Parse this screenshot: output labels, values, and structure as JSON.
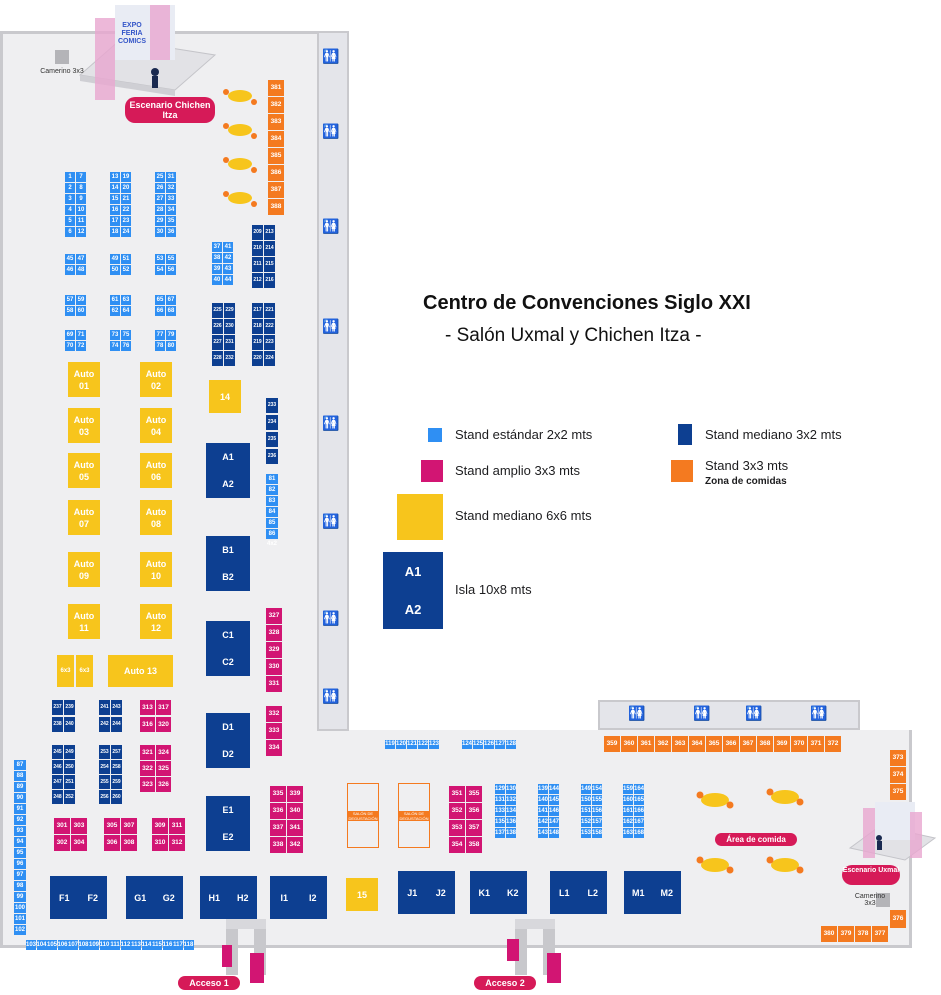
{
  "title": "Centro de Convenciones Siglo XXI",
  "subtitle": "- Salón Uxmal y Chichen Itza -",
  "legend": {
    "estandar": "Stand estándar 2x2 mts",
    "amplio": "Stand amplio 3x3 mts",
    "mediano6": "Stand mediano 6x6 mts",
    "isla": "Isla 10x8 mts",
    "isla_a1": "A1",
    "isla_a2": "A2",
    "mediano3": "Stand mediano 3x2 mts",
    "comida": "Stand 3x3 mts",
    "comida_sub": "Zona de comidas"
  },
  "places": {
    "escenario_chichen": "Escenario Chichen Itza",
    "escenario_uxmal": "Escenario Uxmal",
    "camerino": "Camerino 3x3",
    "area_comida": "Área de comida",
    "acceso1": "Acceso 1",
    "acceso2": "Acceso 2",
    "expo_logo": "EXPO FERIA COMICS"
  },
  "colors": {
    "estandar": "#2f8ff3",
    "mediano3": "#0d3f91",
    "amplio": "#d21573",
    "comida": "#f47a20",
    "mediano6": "#f7c51c",
    "isla": "#0d3f91"
  },
  "stands": {
    "std_blockA": [
      "1",
      "7",
      "2",
      "8",
      "3",
      "9",
      "4",
      "10",
      "5",
      "11",
      "6",
      "12"
    ],
    "std_blockB": [
      "13",
      "19",
      "14",
      "20",
      "15",
      "21",
      "16",
      "22",
      "17",
      "23",
      "18",
      "24"
    ],
    "std_blockC": [
      "25",
      "31",
      "26",
      "32",
      "27",
      "33",
      "28",
      "34",
      "29",
      "35",
      "30",
      "36"
    ],
    "std_row45": [
      "45",
      "47",
      "46",
      "48"
    ],
    "std_row49": [
      "49",
      "51",
      "50",
      "52"
    ],
    "std_row53": [
      "53",
      "55",
      "54",
      "56"
    ],
    "std_row57": [
      "57",
      "59",
      "58",
      "60"
    ],
    "std_row61": [
      "61",
      "63",
      "62",
      "64"
    ],
    "std_row65": [
      "65",
      "67",
      "66",
      "68"
    ],
    "std_row69": [
      "69",
      "71",
      "70",
      "72"
    ],
    "std_row73": [
      "73",
      "75",
      "74",
      "76"
    ],
    "std_row77": [
      "77",
      "79",
      "78",
      "80"
    ],
    "std_37": [
      "37",
      "41",
      "38",
      "42",
      "39",
      "43",
      "40",
      "44"
    ],
    "med_209": [
      "209",
      "213",
      "210",
      "214",
      "211",
      "215",
      "212",
      "216"
    ],
    "med_225": [
      "225",
      "229",
      "226",
      "230",
      "227",
      "231",
      "228",
      "232"
    ],
    "med_217": [
      "217",
      "221",
      "218",
      "222",
      "219",
      "223",
      "220",
      "224"
    ],
    "med_233": [
      "233",
      "234",
      "235",
      "236"
    ],
    "std_81": [
      "81",
      "82",
      "83",
      "84",
      "85",
      "86 4x2"
    ],
    "autos": [
      "Auto 01",
      "Auto 02",
      "Auto 03",
      "Auto 04",
      "Auto 05",
      "Auto 06",
      "Auto 07",
      "Auto 08",
      "Auto 09",
      "Auto 10",
      "Auto 11",
      "Auto 12"
    ],
    "auto13": "Auto 13",
    "s14": "14",
    "s15": "15",
    "s6x3": [
      "6x3",
      "6x3"
    ],
    "islands_v": [
      [
        "A1",
        "A2"
      ],
      [
        "B1",
        "B2"
      ],
      [
        "C1",
        "C2"
      ],
      [
        "D1",
        "D2"
      ],
      [
        "E1",
        "E2"
      ]
    ],
    "islands_h": [
      [
        "F1",
        "F2"
      ],
      [
        "G1",
        "G2"
      ],
      [
        "H1",
        "H2"
      ],
      [
        "I1",
        "I2"
      ],
      [
        "J1",
        "J2"
      ],
      [
        "K1",
        "K2"
      ],
      [
        "L1",
        "L2"
      ],
      [
        "M1",
        "M2"
      ]
    ],
    "amp_327": [
      "327",
      "328",
      "329",
      "330",
      "331"
    ],
    "amp_332": [
      "332",
      "333",
      "334"
    ],
    "amp_313": [
      "313",
      "317",
      "316",
      "320"
    ],
    "amp_321": [
      "321",
      "324",
      "322",
      "325",
      "323",
      "326"
    ],
    "amp_301": [
      "301",
      "303",
      "302",
      "304"
    ],
    "amp_305": [
      "305",
      "307",
      "306",
      "308"
    ],
    "amp_309": [
      "309",
      "311",
      "310",
      "312"
    ],
    "amp_335": [
      "335",
      "339",
      "336",
      "340",
      "337",
      "341",
      "338",
      "342"
    ],
    "amp_351": [
      "351",
      "355",
      "352",
      "356",
      "353",
      "357",
      "354",
      "358"
    ],
    "med_237": [
      "237",
      "239",
      "238",
      "240"
    ],
    "med_241": [
      "241",
      "243",
      "242",
      "244"
    ],
    "med_245": [
      "245",
      "249",
      "246",
      "250",
      "247",
      "251",
      "248",
      "252"
    ],
    "med_253": [
      "253",
      "257",
      "254",
      "258",
      "255",
      "259",
      "256",
      "260"
    ],
    "std_87": [
      "87",
      "88",
      "89",
      "90",
      "91",
      "92",
      "93",
      "94",
      "95",
      "96",
      "97",
      "98",
      "99",
      "100",
      "101",
      "102"
    ],
    "std_bottom": [
      "103",
      "104",
      "105",
      "106",
      "107",
      "108",
      "109",
      "110",
      "111",
      "112",
      "113",
      "114",
      "115",
      "116",
      "117",
      "118"
    ],
    "std_119": [
      "119",
      "120",
      "121",
      "122",
      "123"
    ],
    "std_124": [
      "124",
      "125",
      "126",
      "127",
      "128"
    ],
    "std_129": [
      "129",
      "130",
      "131",
      "132",
      "133",
      "134",
      "135",
      "136",
      "137",
      "138"
    ],
    "std_139": [
      "139",
      "144",
      "140",
      "145",
      "141",
      "146",
      "142",
      "147",
      "143",
      "148"
    ],
    "std_149": [
      "149",
      "154",
      "150",
      "155",
      "151",
      "156",
      "152",
      "157",
      "153",
      "158"
    ],
    "std_159": [
      "159",
      "164",
      "160",
      "165",
      "161",
      "166",
      "162",
      "167",
      "163",
      "168"
    ],
    "ora_381": [
      "381",
      "382",
      "383",
      "384",
      "385",
      "386",
      "387",
      "388"
    ],
    "ora_359": [
      "359",
      "360",
      "361",
      "362",
      "363",
      "364",
      "365",
      "366",
      "367",
      "368",
      "369",
      "370",
      "371",
      "372"
    ],
    "ora_373": [
      "373",
      "374",
      "375"
    ],
    "ora_376": "376",
    "ora_377": [
      "380",
      "379",
      "378",
      "377"
    ],
    "food_label": "SALÓN DE DEGUSTACIÓN"
  }
}
